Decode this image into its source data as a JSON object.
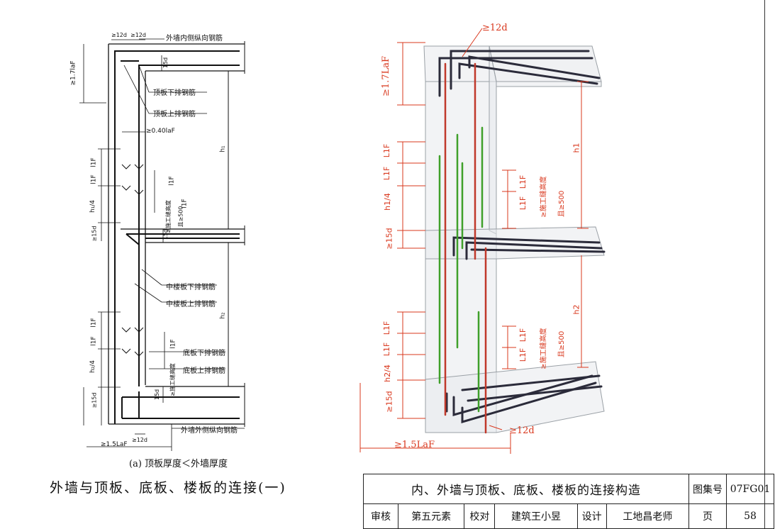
{
  "left_drawing": {
    "labels": {
      "inner_vertical_bar": "外墙内侧纵向钢筋",
      "top_slab_bottom_bar": "顶板下排钢筋",
      "top_slab_top_bar": "顶板上排钢筋",
      "mid_slab_bottom_bar": "中楼板下排钢筋",
      "mid_slab_top_bar": "中楼板上排钢筋",
      "base_slab_bottom_bar": "底板下排钢筋",
      "base_slab_top_bar": "底板上排钢筋",
      "outer_vertical_bar": "外墙外侧纵向钢筋"
    },
    "dims": {
      "d12a": "≥12d",
      "d12b": "≥12d",
      "d12c": "≥12d",
      "la17": "≥1.7laF",
      "d15_top": "15d",
      "la04": "≥0.40laF",
      "h1": "h₁",
      "h2": "h₂",
      "l1f_a": "l1F",
      "l1f_b": "l1F",
      "l1f_c": "l1F",
      "l1f_d": "l1F",
      "l1f_e": "l1F",
      "l1f_f": "l1F",
      "l1f_g": "l1F",
      "h1_4": "h₁/4",
      "h2_4": "h₂/4",
      "d15_mid": "≥15d",
      "d15_mid2": "15d",
      "d15_base": "≥15d",
      "d15_base2": "15d",
      "joint1": "≥施工缝高度",
      "joint1b": "且≥500",
      "joint2": "≥施工缝高度",
      "la15": "≥1.5LaF"
    },
    "sub_caption": "(a) 顶板厚度＜外墙厚度",
    "caption": "外墙与顶板、底板、楼板的连接(一)"
  },
  "right_drawing": {
    "dims": {
      "d12_top": "≥12d",
      "la17": "≥1.7LaF",
      "l1f_1": "L1F",
      "l1f_2": "L1F",
      "h1_4": "h1/4",
      "d15_mid": "≥15d",
      "l1f_3": "L1F",
      "l1f_4": "L1F",
      "joint_a": "≥施工缝高度",
      "joint_a2": "且≥500",
      "h1": "h1",
      "h2": "h2",
      "l1f_5": "L1F",
      "l1f_6": "L1F",
      "h2_4": "h2/4",
      "d15_base": "≥15d",
      "l1f_7": "L1F",
      "l1f_8": "L1F",
      "joint_b": "≥施工缝高度",
      "joint_b2": "且≥500",
      "d12_bottom": "≥12d",
      "la15": "≥1.5LaF"
    },
    "colors": {
      "dim": "#d9381e",
      "green_bar": "#3fa02a",
      "red_bar": "#c0392b",
      "dark_bar": "#2b2b3a"
    }
  },
  "title_block": {
    "title": "内、外墙与顶板、底板、楼板的连接构造",
    "atlas_label": "图集号",
    "atlas_no": "07FG01",
    "review_label": "审核",
    "review_name": "第五元素",
    "check_label": "校对",
    "check_name": "建筑王小昱",
    "design_label": "设计",
    "design_name": "工地昌老师",
    "page_label": "页",
    "page_no": "58"
  }
}
